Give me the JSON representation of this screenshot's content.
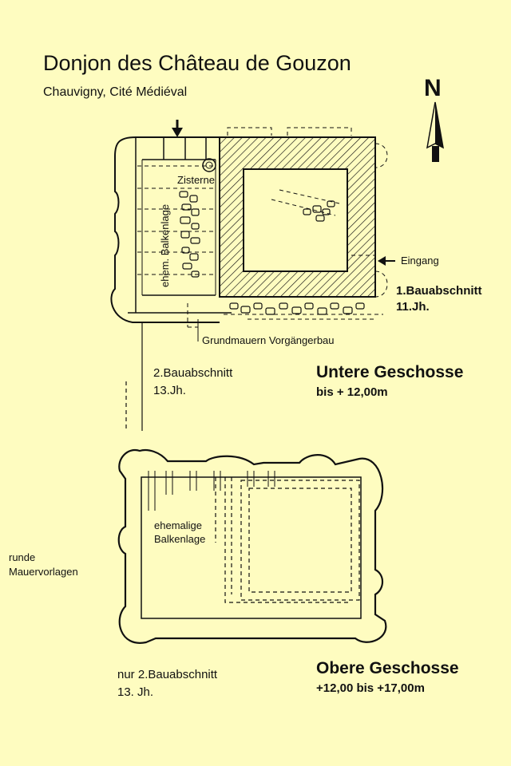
{
  "title": "Donjon des Château de Gouzon",
  "subtitle": "Chauvigny, Cité Médiéval",
  "north": "N",
  "lower_plan": {
    "cistern": "Zisterne",
    "beams": "ehem. Balkenlage",
    "entrance": "Eingang",
    "phase1_line1": "1.Bauabschnitt",
    "phase1_line2": "11.Jh.",
    "foundations": "Grundmauern Vorgängerbau",
    "phase2_line1": "2.Bauabschnitt",
    "phase2_line2": "13.Jh.",
    "heading": "Untere Geschosse",
    "height": "bis + 12,00m"
  },
  "upper_plan": {
    "beams_line1": "ehemalige",
    "beams_line2": "Balkenlage",
    "buttress_line1": "runde",
    "buttress_line2": "Mauervorlagen",
    "phase_line1": "nur 2.Bauabschnitt",
    "phase_line2": "13. Jh.",
    "heading": "Obere Geschosse",
    "height": "+12,00 bis +17,00m"
  },
  "colors": {
    "background": "#fefcc0",
    "ink": "#111111"
  }
}
